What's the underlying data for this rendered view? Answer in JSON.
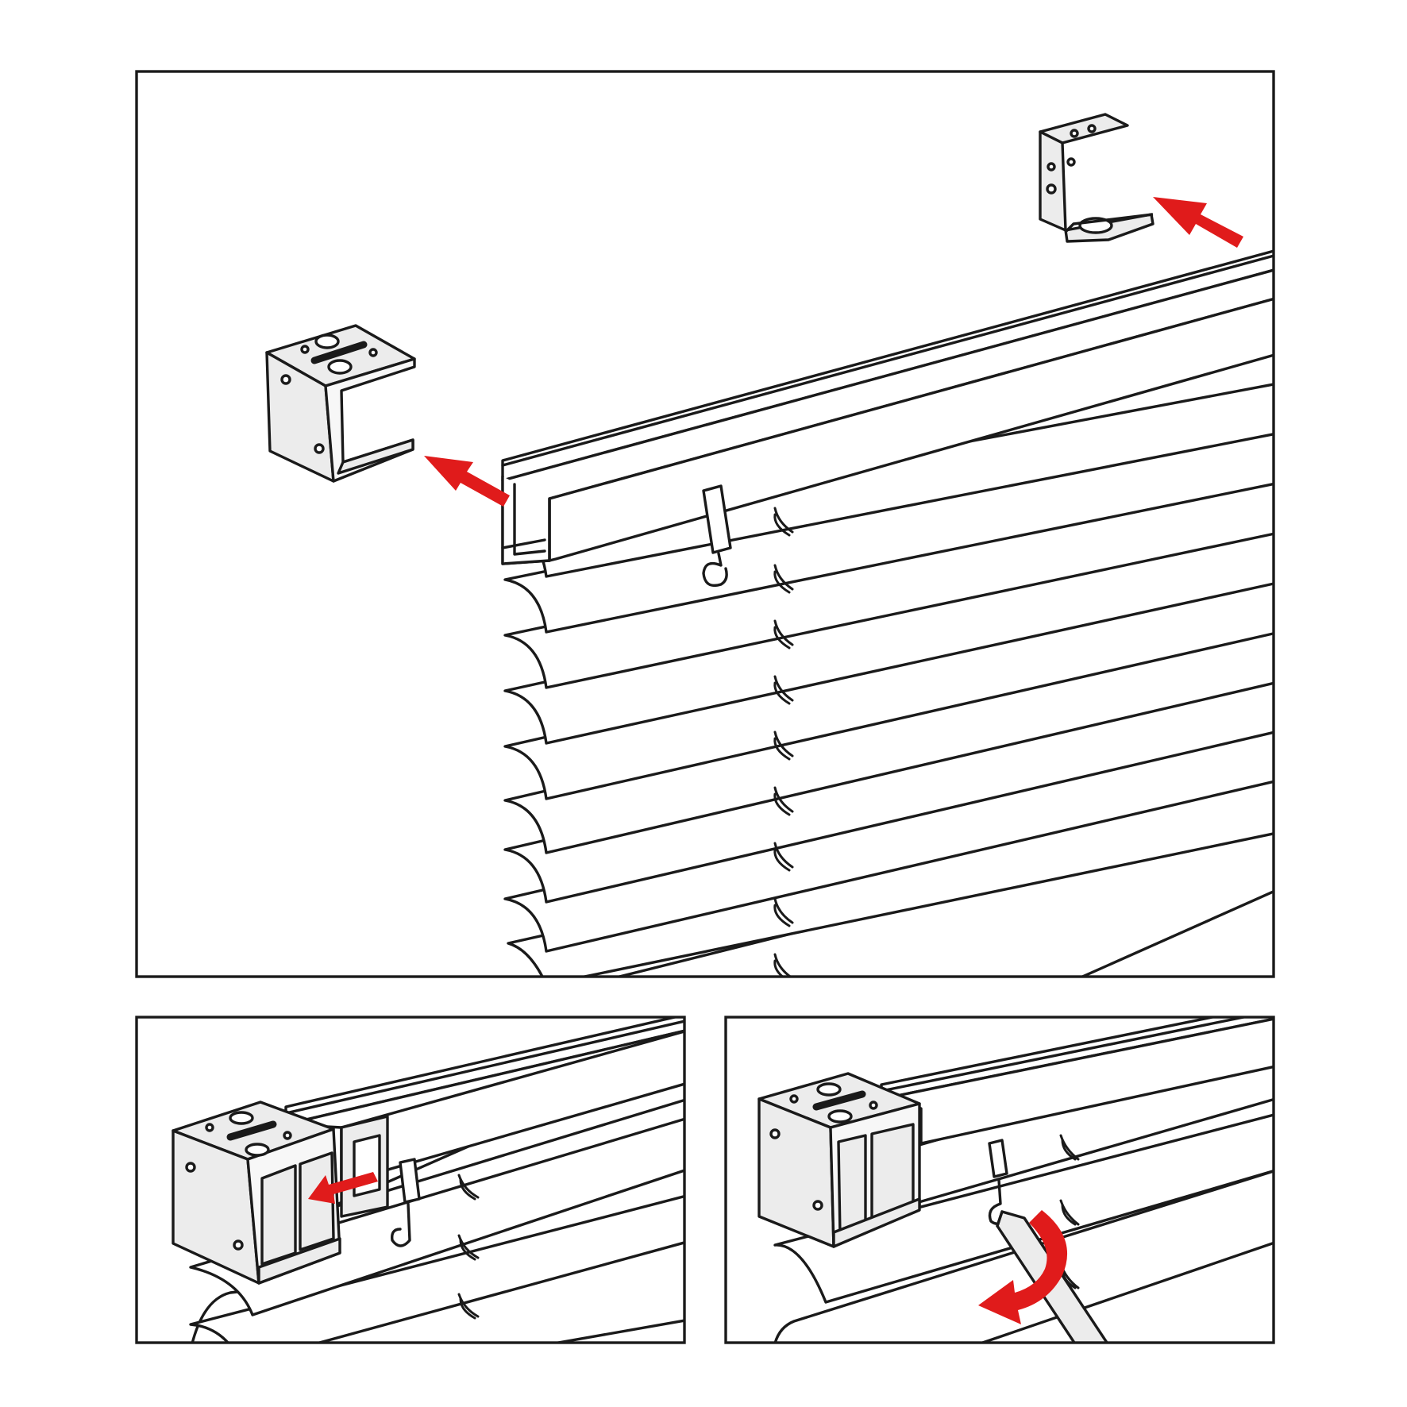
{
  "colors": {
    "background": "#ffffff",
    "line": "#1a1a1a",
    "part_fill": "#ececec",
    "arrow": "#e01b1b"
  },
  "panels": [
    {
      "id": "main",
      "shows": [
        "headrail",
        "slats",
        "end-bracket-left",
        "end-bracket-right",
        "tilt-wand-hook",
        "ladder-cords"
      ],
      "arrows": [
        "arrow-to-left-bracket",
        "arrow-to-right-bracket"
      ]
    },
    {
      "id": "detail-left",
      "shows": [
        "end-bracket",
        "headrail",
        "slats",
        "tilt-wand-hook",
        "ladder-cords"
      ],
      "arrows": [
        "arrow-slide-into-bracket"
      ]
    },
    {
      "id": "detail-right",
      "shows": [
        "end-bracket",
        "headrail",
        "slats",
        "tilt-wand",
        "ladder-cords"
      ],
      "arrows": [
        "arrow-rotate-wand"
      ]
    }
  ],
  "icons": [
    "arrow-icon",
    "rotate-arrow-icon",
    "hook-icon",
    "bracket-icon"
  ]
}
